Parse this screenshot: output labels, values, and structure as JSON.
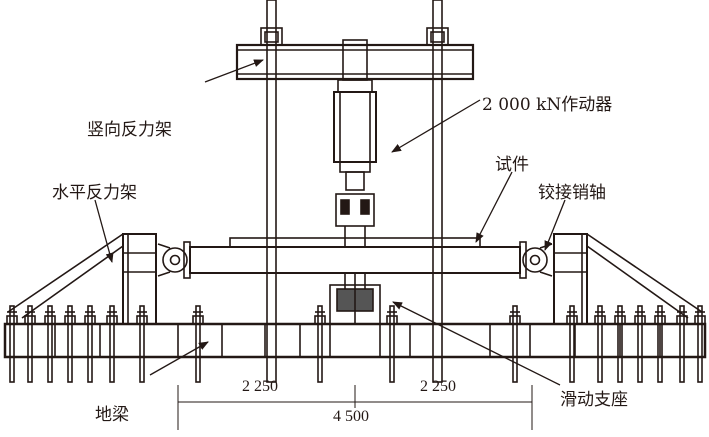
{
  "labels": {
    "vertical_frame": "竖向反力架",
    "actuator": "2 000 kN作动器",
    "specimen": "试件",
    "hinge_pin": "铰接销轴",
    "horizontal_frame": "水平反力架",
    "ground_beam": "地梁",
    "sliding_support": "滑动支座"
  },
  "dimensions": {
    "left_span": "2 250",
    "right_span": "2 250",
    "total_span": "4 500"
  },
  "colors": {
    "line": "#231815"
  }
}
